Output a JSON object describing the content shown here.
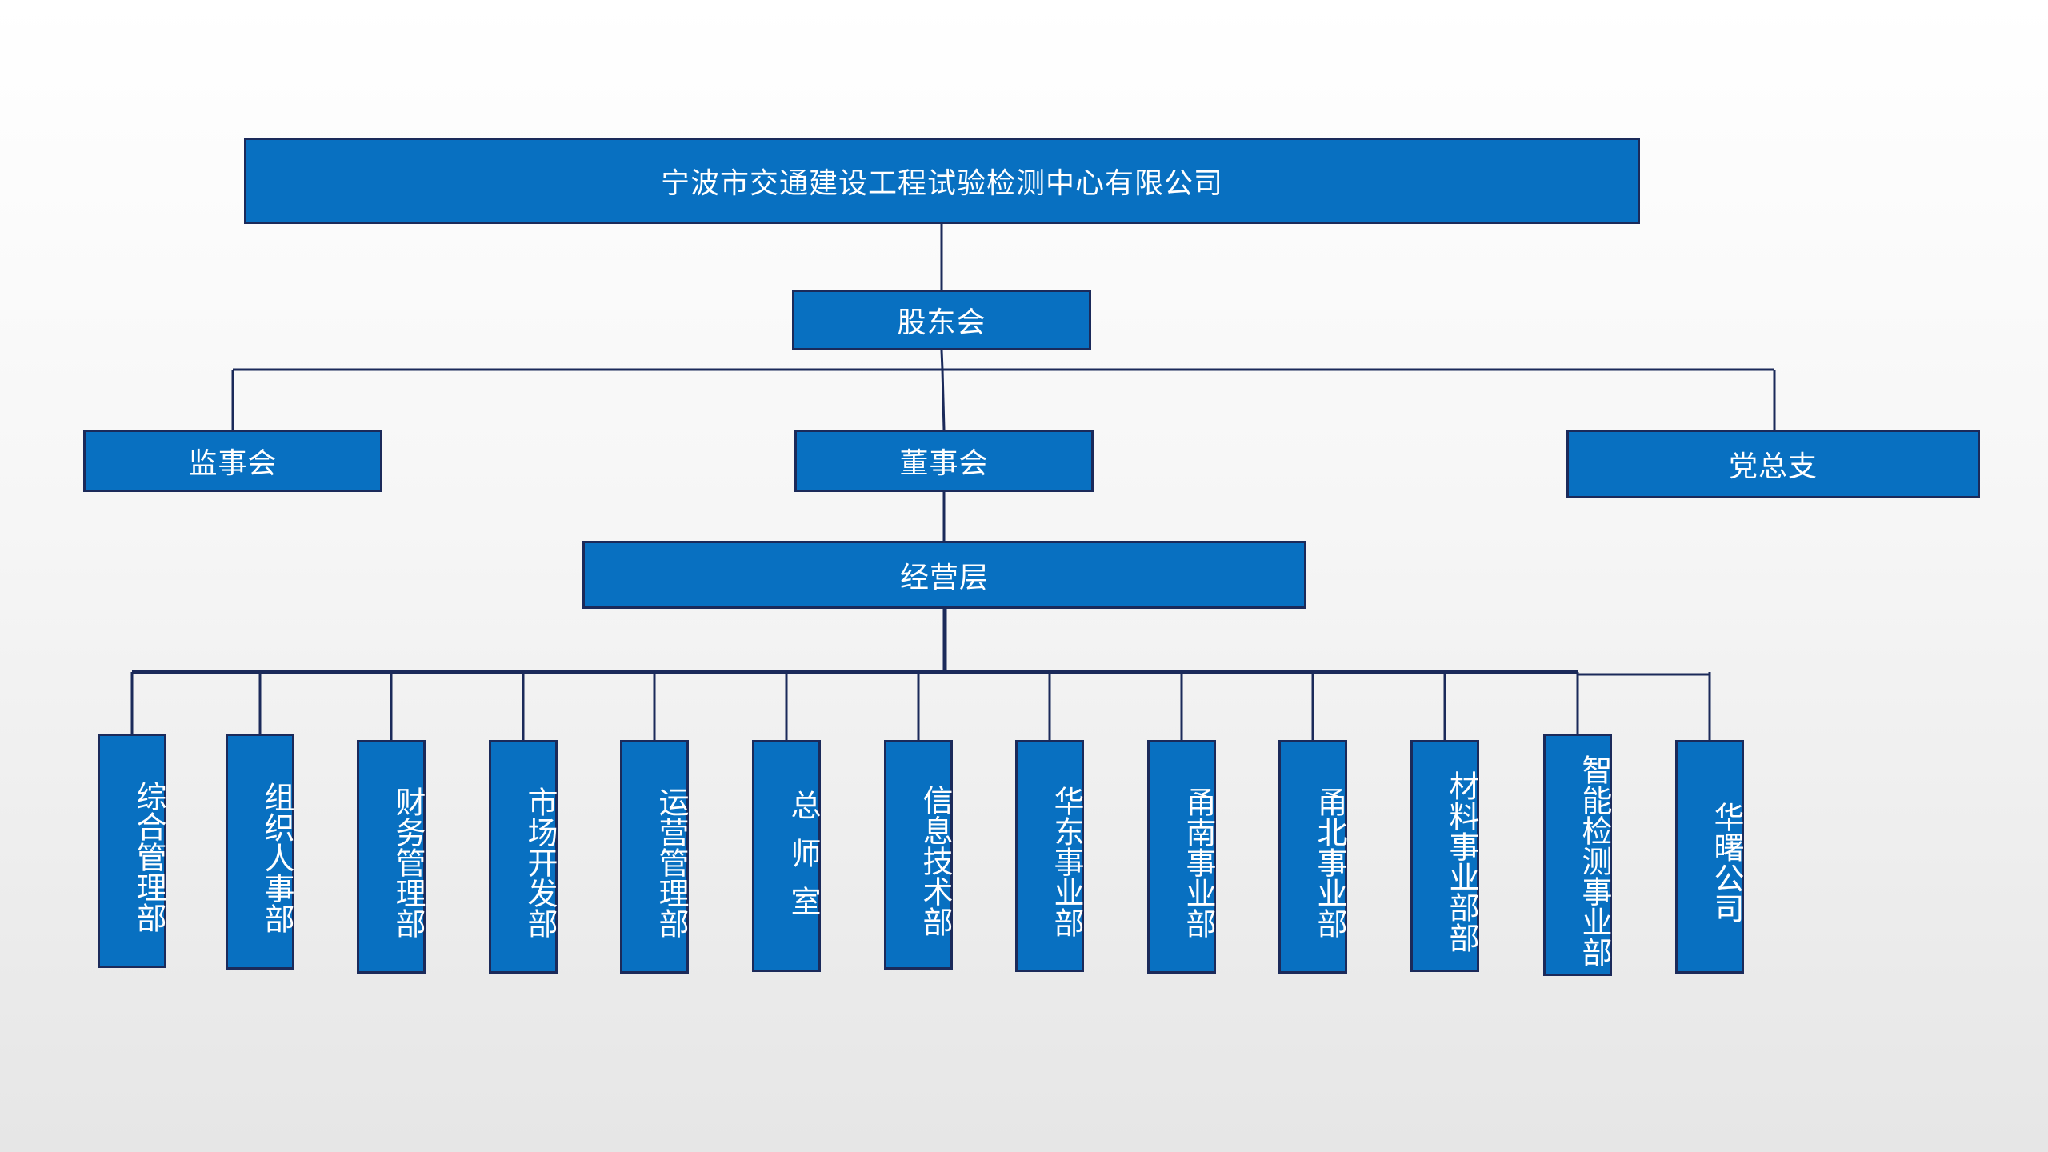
{
  "colors": {
    "box_fill": "#0870c1",
    "box_border": "#1b2a5a",
    "connector": "#1b2a5a",
    "text": "#ffffff"
  },
  "org": {
    "company": "宁波市交通建设工程试验检测中心有限公司",
    "shareholders": "股东会",
    "supervisors": "监事会",
    "board": "董事会",
    "party_branch": "党总支",
    "management": "经营层",
    "departments": [
      "综合管理部",
      "组织人事部",
      "财务管理部",
      "市场开发部",
      "运营管理部",
      "总师室",
      "信息技术部",
      "华东事业部",
      "甬南事业部",
      "甬北事业部",
      "材料事业部部",
      "智能检测事业部",
      "华曙公司"
    ]
  }
}
